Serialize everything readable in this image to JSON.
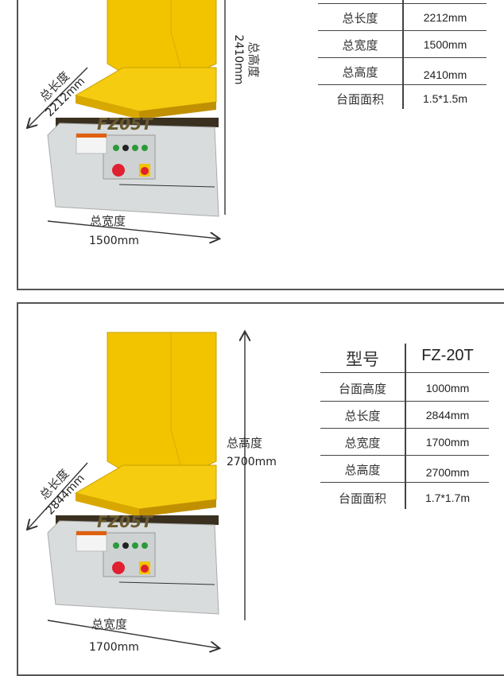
{
  "panels": [
    {
      "model_label": "FZ05T",
      "annotations": {
        "length_label": "总长度",
        "length_value": "2212mm",
        "height_label": "总高度",
        "height_value": "2410mm",
        "width_label": "总宽度",
        "width_value": "1500mm"
      },
      "specs": [
        {
          "key": "总长度",
          "value": "2212mm"
        },
        {
          "key": "总宽度",
          "value": "1500mm"
        },
        {
          "key": "总高度",
          "value": "2410mm"
        },
        {
          "key": "台面面积",
          "value": "1.5*1.5m"
        }
      ]
    },
    {
      "model_label": "FZ05T",
      "annotations": {
        "length_label": "总长度",
        "length_value": "2844mm",
        "height_label": "总高度",
        "height_value": "2700mm",
        "width_label": "总宽度",
        "width_value": "1700mm"
      },
      "header": {
        "key": "型号",
        "value": "FZ-20T"
      },
      "specs": [
        {
          "key": "台面高度",
          "value": "1000mm"
        },
        {
          "key": "总长度",
          "value": "2844mm"
        },
        {
          "key": "总宽度",
          "value": "1700mm"
        },
        {
          "key": "总高度",
          "value": "2700mm"
        },
        {
          "key": "台面面积",
          "value": "1.7*1.7m"
        }
      ]
    }
  ],
  "colors": {
    "yellow": "#f2c400",
    "grey": "#d9dcdc",
    "border": "#555555"
  }
}
